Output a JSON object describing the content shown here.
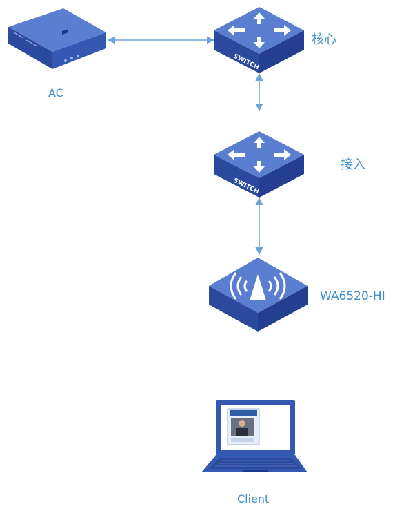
{
  "nodes": {
    "ac": {
      "label": "AC",
      "icon": "ac-controller-icon"
    },
    "core": {
      "label": "核心",
      "icon": "switch-icon",
      "device_text": "SWITCH"
    },
    "access": {
      "label": "接入",
      "icon": "switch-icon",
      "device_text": "SWITCH"
    },
    "ap": {
      "label": "WA6520-HI",
      "icon": "wireless-ap-icon"
    },
    "client": {
      "label": "Client",
      "icon": "laptop-icon"
    }
  },
  "links": [
    {
      "from": "AC",
      "to": "核心",
      "style": "double-arrow"
    },
    {
      "from": "核心",
      "to": "接入",
      "style": "double-arrow"
    },
    {
      "from": "接入",
      "to": "WA6520-HI",
      "style": "double-arrow"
    }
  ],
  "colors": {
    "device_top": "#5b7fd0",
    "device_side": "#243f8f",
    "device_front": "#3559b3",
    "symbol": "#ffffff",
    "link": "#6fa3d8",
    "label": "#3f8fcb"
  }
}
